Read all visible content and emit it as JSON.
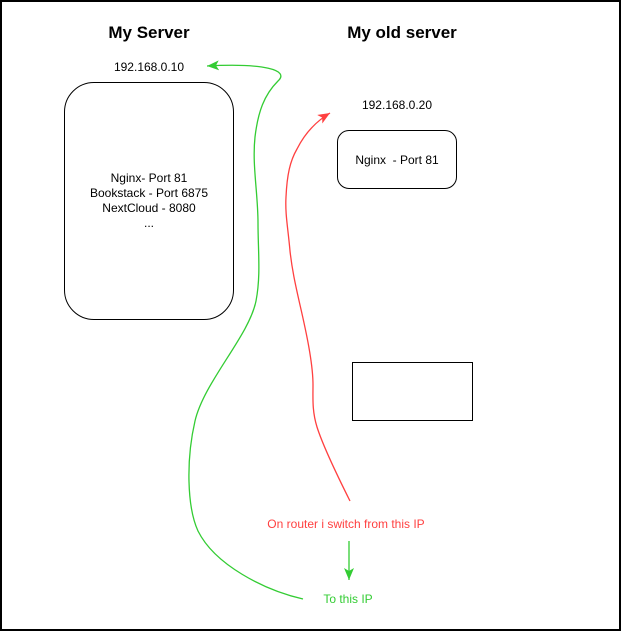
{
  "diagram": {
    "new_server": {
      "title": "My Server",
      "ip": "192.168.0.10",
      "services": [
        "Nginx- Port 81",
        "Bookstack - Port 6875",
        "NextCloud - 8080",
        "..."
      ]
    },
    "old_server": {
      "title": "My old server",
      "ip": "192.168.0.20",
      "service": "Nginx  - Port 81"
    },
    "annotations": {
      "switch_from": "On router i switch from this IP",
      "switch_to": "To this IP"
    },
    "colors": {
      "from_arrow_red": "#ff4040",
      "to_arrow_green": "#33cc33",
      "shape_stroke": "#000000",
      "background": "#ffffff",
      "text": "#000000"
    }
  }
}
